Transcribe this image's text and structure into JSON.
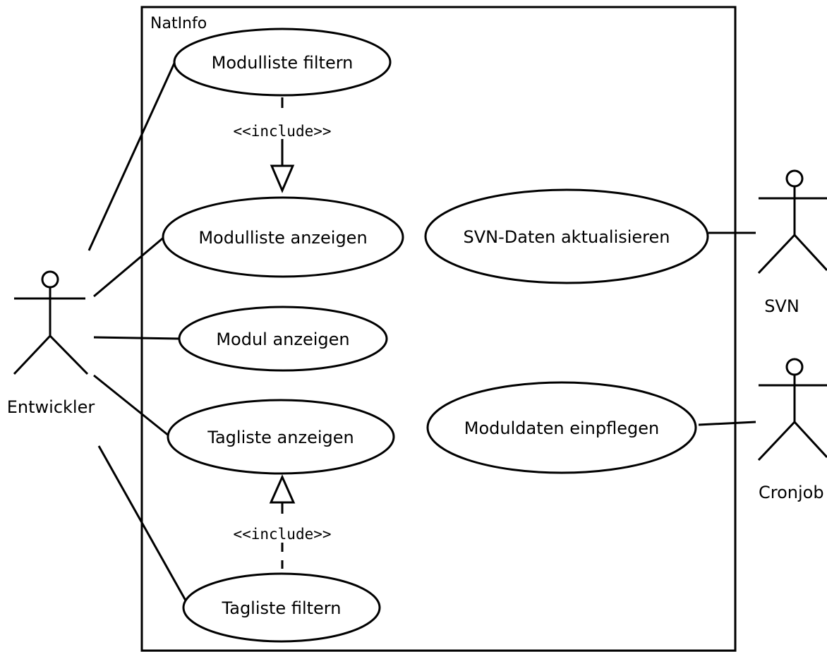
{
  "system": {
    "title": "NatInfo"
  },
  "use_cases": {
    "modulliste_filtern": "Modulliste filtern",
    "modulliste_anzeigen": "Modulliste anzeigen",
    "modul_anzeigen": "Modul anzeigen",
    "tagliste_anzeigen": "Tagliste anzeigen",
    "tagliste_filtern": "Tagliste filtern",
    "svn_daten_aktualisieren": "SVN-Daten aktualisieren",
    "moduldaten_einpflegen": "Moduldaten einpflegen"
  },
  "actors": {
    "entwickler": "Entwickler",
    "svn": "SVN",
    "cronjob": "Cronjob"
  },
  "relations": {
    "include_top": "<<include>>",
    "include_bottom": "<<include>>"
  }
}
